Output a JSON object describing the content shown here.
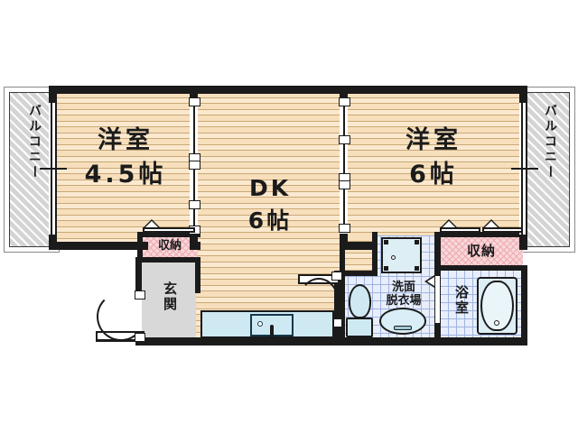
{
  "plan": {
    "type": "japanese-apartment-floor-plan",
    "layout_name": "2DK",
    "background_color": "#ffffff",
    "wall_color": "#1b1b1b",
    "floor_color": "#f7dfbc",
    "tile_color": "#e8eefb",
    "closet_color": "#f8d7da",
    "genkan_color": "#d8d8d8",
    "balcony_color": "#d4d4d4"
  },
  "rooms": {
    "western_room_left": {
      "name": "洋室",
      "size": "4.5帖"
    },
    "western_room_right": {
      "name": "洋室",
      "size": "6帖"
    },
    "dining_kitchen": {
      "name": "DK",
      "size": "6帖"
    },
    "entrance": {
      "name": "玄関"
    },
    "washroom": {
      "name": "洗面\n脱衣場"
    },
    "bathroom": {
      "name": "浴室"
    },
    "closet_left": {
      "name": "収納"
    },
    "closet_right": {
      "name": "収納"
    },
    "balcony_left": {
      "name": "バルコニー"
    },
    "balcony_right": {
      "name": "バルコニー"
    }
  },
  "fixtures": [
    {
      "name": "kitchen-sink-counter",
      "room": "DK"
    },
    {
      "name": "toilet",
      "room": "washroom"
    },
    {
      "name": "washbasin",
      "room": "washroom"
    },
    {
      "name": "washing-machine-pan",
      "room": "washroom"
    },
    {
      "name": "bathtub",
      "room": "bathroom"
    }
  ],
  "openings": [
    {
      "name": "entrance-door",
      "type": "hinged-door",
      "room": "玄関"
    },
    {
      "name": "washroom-door",
      "type": "hinged-door",
      "room": "洗面脱衣場"
    },
    {
      "name": "bathroom-door",
      "type": "folding-door",
      "room": "浴室"
    },
    {
      "name": "sliding-door-left",
      "type": "sliding-door",
      "between": "洋室4.5帖 / DK"
    },
    {
      "name": "sliding-door-right",
      "type": "sliding-door",
      "between": "洋室6帖 / DK"
    },
    {
      "name": "balcony-window-left",
      "type": "sliding-window",
      "room": "洋室4.5帖"
    },
    {
      "name": "balcony-window-right",
      "type": "sliding-window",
      "room": "洋室6帖"
    },
    {
      "name": "closet-door-left",
      "type": "closet-door",
      "room": "収納"
    },
    {
      "name": "closet-door-right-a",
      "type": "closet-door",
      "room": "収納"
    },
    {
      "name": "closet-door-right-b",
      "type": "closet-door",
      "room": "収納"
    }
  ]
}
